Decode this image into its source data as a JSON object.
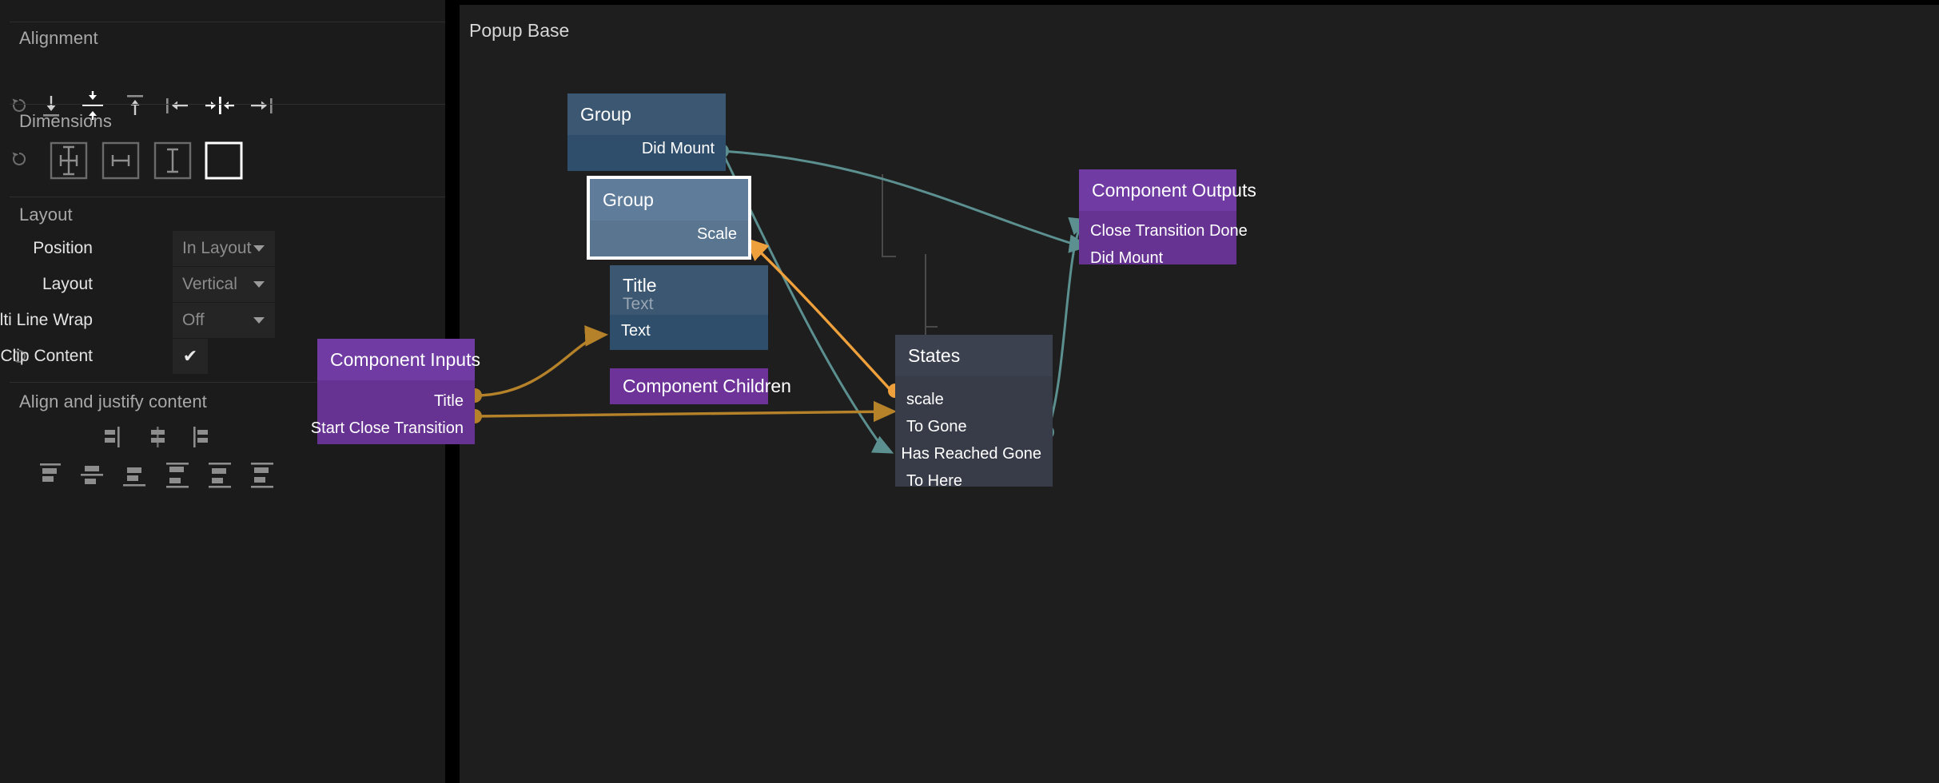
{
  "inspector": {
    "sections": [
      {
        "id": "alignment",
        "title": "Alignment"
      },
      {
        "id": "dimensions",
        "title": "Dimensions"
      },
      {
        "id": "layout",
        "title": "Layout"
      },
      {
        "id": "align_justify",
        "title": "Align and justify content"
      }
    ],
    "alignment_icons": [
      {
        "name": "reset-icon",
        "label": "Reset"
      },
      {
        "name": "align-bottom-icon",
        "label": "Align Bottom"
      },
      {
        "name": "align-vertical-center-icon",
        "label": "Align Vertical Center"
      },
      {
        "name": "align-top-icon",
        "label": "Align Top"
      },
      {
        "name": "align-left-icon",
        "label": "Align Left"
      },
      {
        "name": "align-horizontal-center-icon",
        "label": "Align Horizontal Center"
      },
      {
        "name": "align-right-icon",
        "label": "Align Right"
      }
    ],
    "dimension_icons": [
      {
        "name": "reset-icon",
        "label": "Reset"
      },
      {
        "name": "size-both-icon",
        "label": "Hug Width and Height"
      },
      {
        "name": "size-width-icon",
        "label": "Hug Width"
      },
      {
        "name": "size-height-icon",
        "label": "Hug Height"
      },
      {
        "name": "size-fixed-icon",
        "label": "Fixed Size",
        "selected": true
      }
    ],
    "layout_fields": [
      {
        "name": "position",
        "label": "Position",
        "value": "In Layout",
        "control": "select"
      },
      {
        "name": "layout",
        "label": "Layout",
        "value": "Vertical",
        "control": "select"
      },
      {
        "name": "multi-line-wrap",
        "label": "Multi Line Wrap",
        "value": "Off",
        "control": "select"
      },
      {
        "name": "clip-content",
        "label": "Clip Content",
        "value": "✔",
        "control": "checkbox",
        "checked": true
      }
    ],
    "align_icons_row1": [
      {
        "name": "justify-start-icon",
        "label": "Justify Start"
      },
      {
        "name": "justify-center-icon",
        "label": "Justify Center"
      },
      {
        "name": "justify-end-icon",
        "label": "Justify End"
      }
    ],
    "align_icons_row2": [
      {
        "name": "align-content-start-icon",
        "label": "Align Content Start"
      },
      {
        "name": "align-content-center-icon",
        "label": "Align Content Center"
      },
      {
        "name": "align-content-end-icon",
        "label": "Align Content End"
      },
      {
        "name": "align-content-space-between-icon",
        "label": "Space Between"
      },
      {
        "name": "align-content-space-around-icon",
        "label": "Space Around"
      },
      {
        "name": "align-content-space-evenly-icon",
        "label": "Space Evenly"
      }
    ]
  },
  "canvas": {
    "title": "Popup Base",
    "nodes": {
      "group_parent": {
        "title": "Group",
        "outputs": [
          {
            "label": "Did Mount",
            "port_color": "#5c8f8f"
          }
        ]
      },
      "group_child": {
        "title": "Group",
        "selected": true,
        "inputs": [
          {
            "label": "Scale",
            "port_color": "#e8a33d"
          }
        ]
      },
      "title_text": {
        "title": "Title",
        "subtitle": "Text",
        "inputs": [
          {
            "label": "Text",
            "port_color": "#b5822a"
          }
        ]
      },
      "component_children": {
        "title": "Component Children"
      },
      "component_inputs": {
        "title": "Component Inputs",
        "outputs": [
          {
            "label": "Title",
            "port_color": "#b5822a"
          },
          {
            "label": "Start Close Transition",
            "port_color": "#b5822a"
          }
        ]
      },
      "states": {
        "title": "States",
        "rows": [
          {
            "label": "scale",
            "dir": "in",
            "port_color": "#e8a33d"
          },
          {
            "label": "To Gone",
            "dir": "in",
            "port_color": "#b5822a"
          },
          {
            "label": "Has Reached Gone",
            "dir": "out",
            "port_color": "#5c8f8f"
          },
          {
            "label": "To Here",
            "dir": "in",
            "port_color": "#5c8f8f"
          }
        ]
      },
      "component_outputs": {
        "title": "Component Outputs",
        "inputs": [
          {
            "label": "Close Transition Done",
            "port_color": "#5c8f8f"
          },
          {
            "label": "Did Mount",
            "port_color": "#5c8f8f"
          }
        ]
      }
    },
    "edge_colors": {
      "teal": "#5c8f8f",
      "orange": "#eda03b",
      "amber": "#b5822a"
    }
  }
}
